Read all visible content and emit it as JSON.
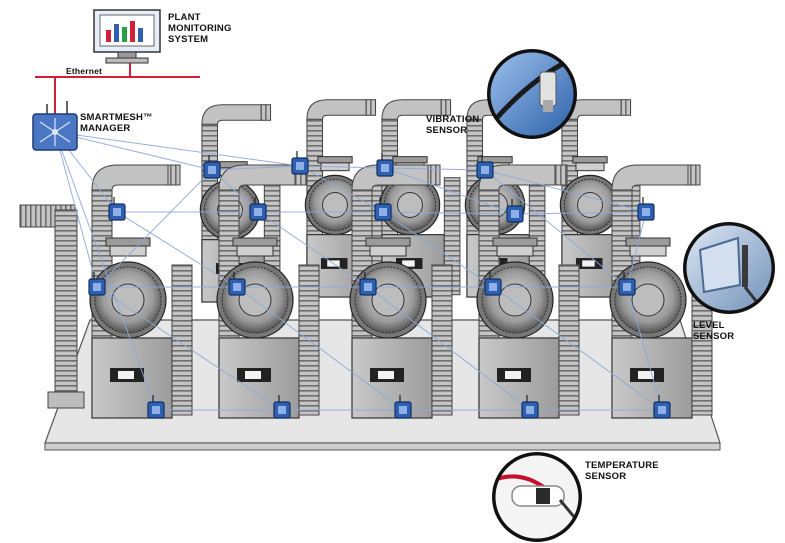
{
  "labels": {
    "plant_monitoring": [
      "PLANT",
      "MONITORING",
      "SYSTEM"
    ],
    "ethernet": "Ethernet",
    "manager": [
      "SMARTMESH™",
      "MANAGER"
    ],
    "vibration": [
      "VIBRATION",
      "SENSOR"
    ],
    "level": [
      "LEVEL",
      "SENSOR"
    ],
    "temperature": [
      "TEMPERATURE",
      "SENSOR"
    ]
  },
  "colors": {
    "ethernet_line": "#d0203a",
    "mesh_line": "#8ea8d8",
    "sensor_fill": "#2f5fb0",
    "platform": "#e6e6e6",
    "equipment": "#b3b3b3",
    "duct": "#c2c2c2"
  },
  "icons": {
    "computer": "computer-monitor-icon",
    "manager": "network-manager-icon",
    "sensor": "wireless-sensor-node-icon"
  }
}
